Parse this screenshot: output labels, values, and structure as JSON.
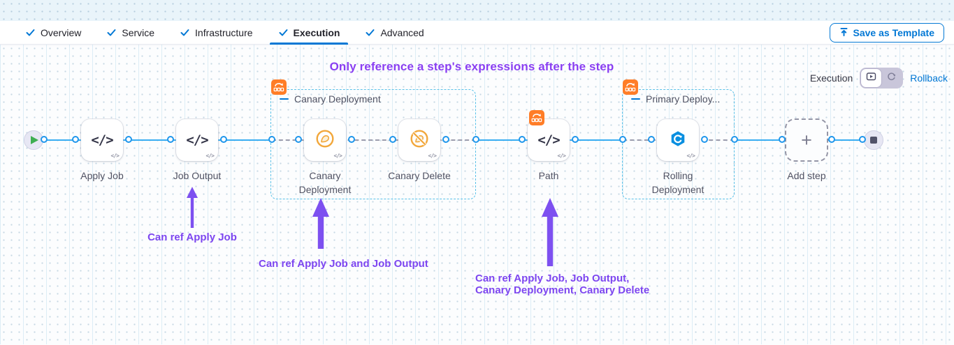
{
  "tabs": {
    "items": [
      {
        "label": "Overview"
      },
      {
        "label": "Service"
      },
      {
        "label": "Infrastructure"
      },
      {
        "label": "Execution"
      },
      {
        "label": "Advanced"
      }
    ],
    "active": "Execution"
  },
  "toolbar": {
    "save_as_template": "Save as Template"
  },
  "mode_switch": {
    "execution_label": "Execution",
    "rollback_label": "Rollback"
  },
  "annotations": {
    "title": "Only reference a step's expressions after the step",
    "note1": "Can ref Apply Job",
    "note2": "Can ref Apply Job and Job Output",
    "note3_line1": "Can ref Apply Job, Job Output,",
    "note3_line2": "Canary Deployment, Canary Delete"
  },
  "pipeline": {
    "steps": [
      {
        "label": "Apply Job",
        "icon": "code"
      },
      {
        "label": "Job Output",
        "icon": "code"
      },
      {
        "label": "Canary Deployment",
        "icon": "canary"
      },
      {
        "label": "Canary Delete",
        "icon": "canary-delete"
      },
      {
        "label": "Path",
        "icon": "code"
      },
      {
        "label": "Rolling Deployment",
        "icon": "rolling-update"
      }
    ],
    "groups": [
      {
        "label": "Canary Deployment"
      },
      {
        "label": "Primary Deploy..."
      }
    ],
    "add_step_label": "Add step",
    "code_glyph": "</>",
    "mini_code_glyph": "</>",
    "plus_glyph": "+"
  },
  "colors": {
    "accent_blue": "#0278d5",
    "link_blue": "#38adf2",
    "annotation_purple": "#7d46f0",
    "title_purple": "#8a3ff2",
    "group_border": "#59c1e8",
    "badge_orange": "#ff7d27",
    "canary_orange": "#f2a73b",
    "rolling_blue": "#0a8fe0",
    "play_green": "#3fae51"
  }
}
